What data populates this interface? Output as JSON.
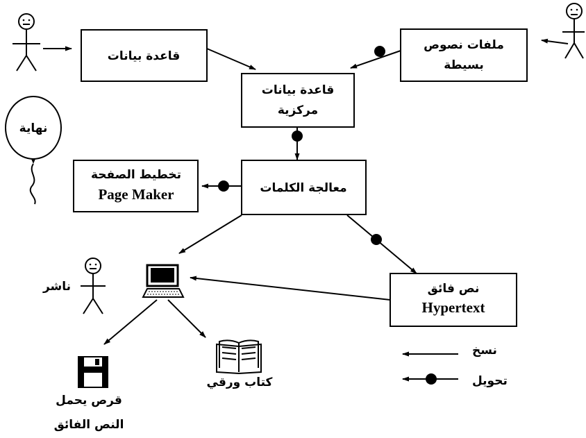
{
  "nodes": {
    "db_left": "قاعدة بيانات",
    "text_files_line1": "ملفات نصوص",
    "text_files_line2": "بسيطة",
    "central_db_line1": "قاعدة بيانات",
    "central_db_line2": "مركزية",
    "word_processing": "معالجة الكلمات",
    "page_layout_ar": "تخطيط الصفحة",
    "page_layout_en": "Page Maker",
    "hypertext_ar": "نص فائق",
    "hypertext_en": "Hypertext"
  },
  "labels": {
    "end": "نهاية",
    "publisher": "ناشر",
    "paper_book": "كتاب ورقي",
    "disk_line1": "قرص يحمل",
    "disk_line2": "النص الفائق"
  },
  "legend": {
    "copy": "نسخ",
    "convert": "تحويل"
  },
  "colors": {
    "ink": "#000000",
    "paper": "#ffffff"
  }
}
